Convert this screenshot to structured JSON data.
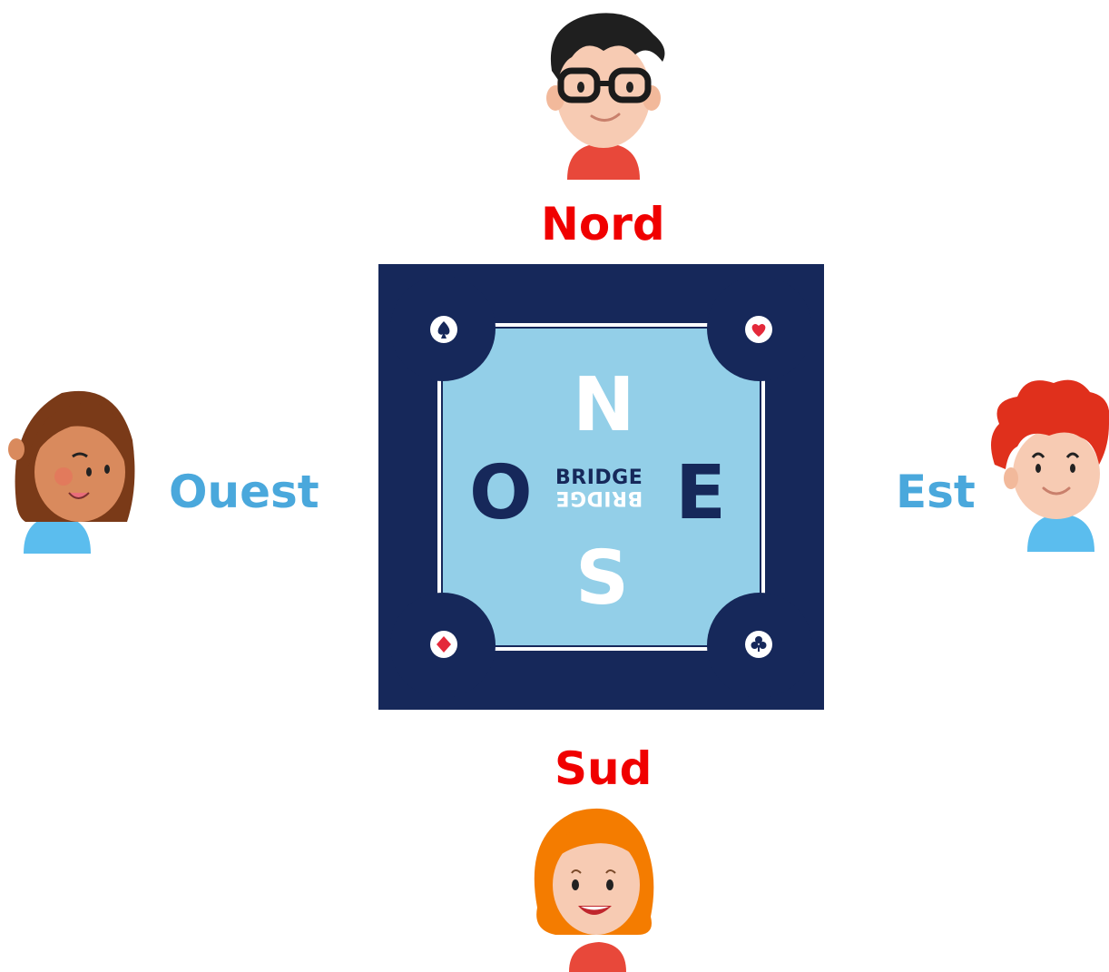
{
  "players": {
    "north": {
      "label": "Nord",
      "color": "#f00000"
    },
    "south": {
      "label": "Sud",
      "color": "#f00000"
    },
    "west": {
      "label": "Ouest",
      "color": "#4aa8dc"
    },
    "east": {
      "label": "Est",
      "color": "#4aa8dc"
    }
  },
  "board": {
    "letters": {
      "north": "N",
      "south": "S",
      "west": "O",
      "east": "E"
    },
    "brand": "BRIDGE",
    "brand_mirrored": "BRIDGE",
    "suits": [
      "spade",
      "heart",
      "diamond",
      "club"
    ],
    "colors": {
      "frame": "#16285a",
      "field": "#93cfe8"
    }
  }
}
